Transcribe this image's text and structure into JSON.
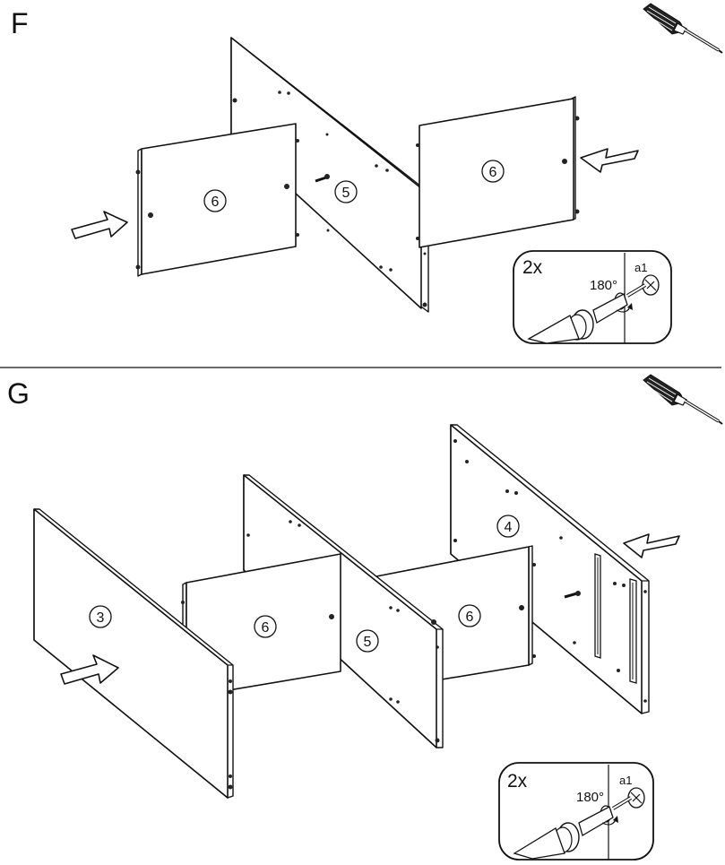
{
  "steps": [
    {
      "letter": "F",
      "panels": [
        {
          "id": "left",
          "number": "6"
        },
        {
          "id": "center",
          "number": "5"
        },
        {
          "id": "right",
          "number": "6"
        }
      ],
      "tool_icon": "screwdriver-icon",
      "detail": {
        "count": "2x",
        "angle": "180°",
        "part": "a1"
      }
    },
    {
      "letter": "G",
      "panels": [
        {
          "id": "front",
          "number": "3"
        },
        {
          "id": "inner-left",
          "number": "6"
        },
        {
          "id": "center",
          "number": "5"
        },
        {
          "id": "inner-right",
          "number": "6"
        },
        {
          "id": "back",
          "number": "4"
        }
      ],
      "tool_icon": "screwdriver-icon",
      "detail": {
        "count": "2x",
        "angle": "180°",
        "part": "a1"
      }
    }
  ]
}
